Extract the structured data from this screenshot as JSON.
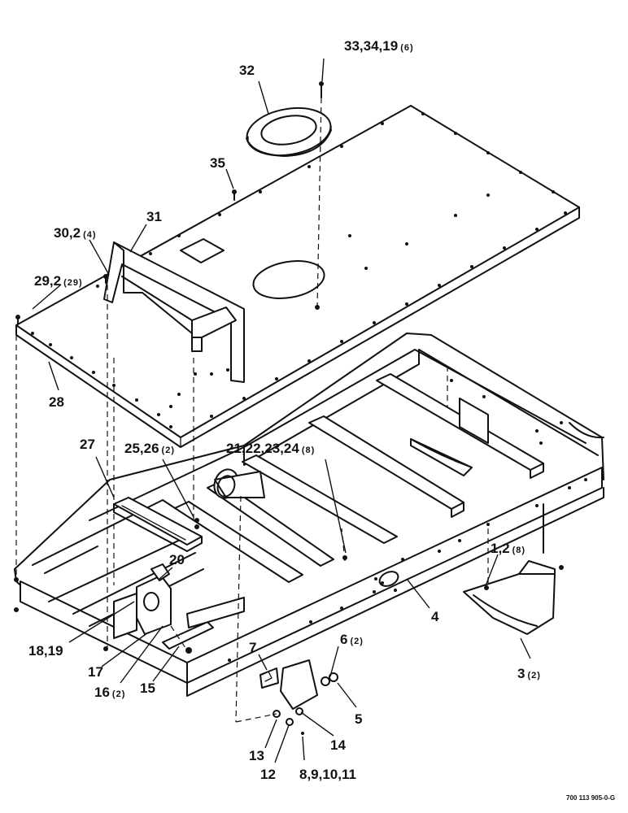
{
  "diagram": {
    "drawing_number": "700 113 905-0-G",
    "callouts": [
      {
        "id": "c33",
        "label": "33,34,19",
        "qty": "(6)"
      },
      {
        "id": "c32",
        "label": "32",
        "qty": ""
      },
      {
        "id": "c35",
        "label": "35",
        "qty": ""
      },
      {
        "id": "c31",
        "label": "31",
        "qty": ""
      },
      {
        "id": "c30",
        "label": "30,2",
        "qty": "(4)"
      },
      {
        "id": "c29",
        "label": "29,2",
        "qty": "(29)"
      },
      {
        "id": "c28",
        "label": "28",
        "qty": ""
      },
      {
        "id": "c27",
        "label": "27",
        "qty": ""
      },
      {
        "id": "c25",
        "label": "25,26",
        "qty": "(2)"
      },
      {
        "id": "c21",
        "label": "21,22,23,24",
        "qty": "(8)"
      },
      {
        "id": "c20",
        "label": "20",
        "qty": ""
      },
      {
        "id": "c1",
        "label": "1,2",
        "qty": "(8)"
      },
      {
        "id": "c4",
        "label": "4",
        "qty": ""
      },
      {
        "id": "c18",
        "label": "18,19",
        "qty": ""
      },
      {
        "id": "c17",
        "label": "17",
        "qty": ""
      },
      {
        "id": "c16",
        "label": "16",
        "qty": "(2)"
      },
      {
        "id": "c15",
        "label": "15",
        "qty": ""
      },
      {
        "id": "c7",
        "label": "7",
        "qty": ""
      },
      {
        "id": "c6",
        "label": "6",
        "qty": "(2)"
      },
      {
        "id": "c3",
        "label": "3",
        "qty": "(2)"
      },
      {
        "id": "c5",
        "label": "5",
        "qty": ""
      },
      {
        "id": "c13",
        "label": "13",
        "qty": ""
      },
      {
        "id": "c14",
        "label": "14",
        "qty": ""
      },
      {
        "id": "c12",
        "label": "12",
        "qty": ""
      },
      {
        "id": "c8",
        "label": "8,9,10,11",
        "qty": ""
      }
    ]
  }
}
